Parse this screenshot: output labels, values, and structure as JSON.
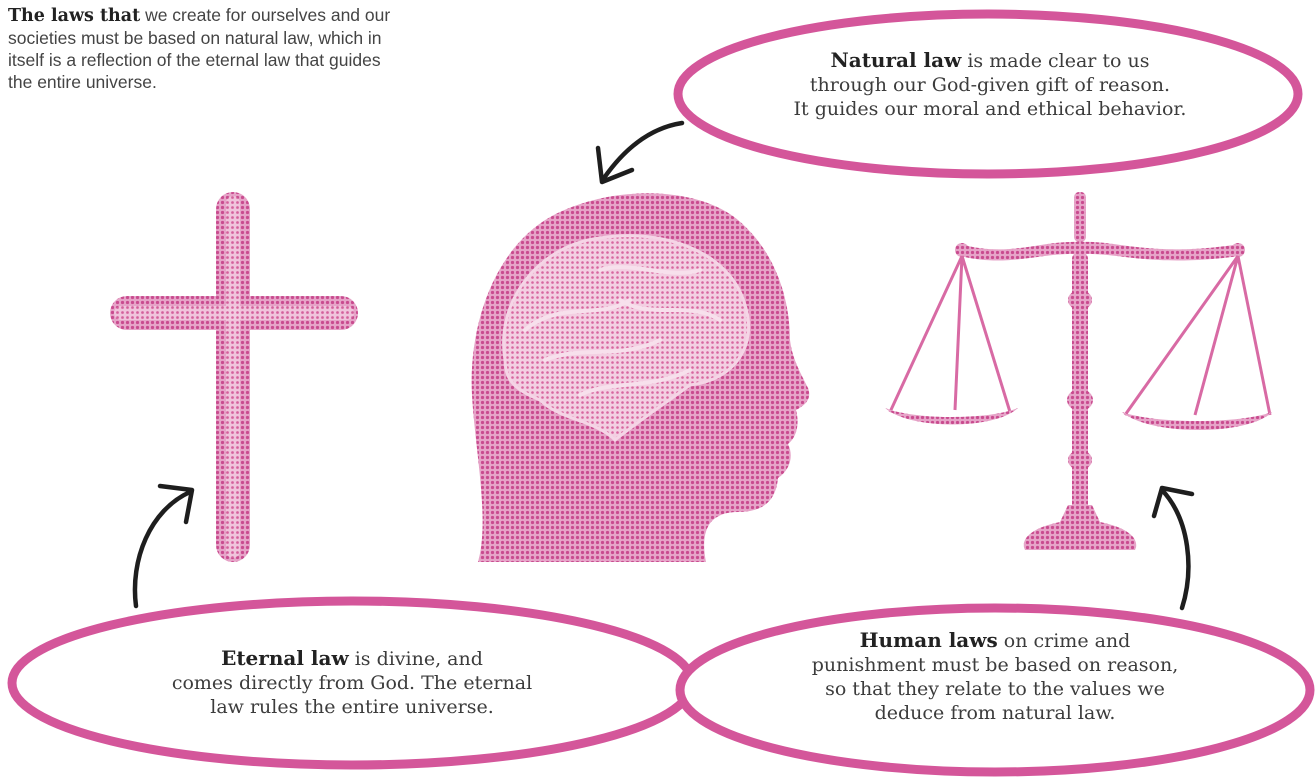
{
  "intro": {
    "bold": "The laws that",
    "lines": [
      " we create for ourselves and our",
      "societies must be based on natural law, which in",
      "itself is a reflection of the eternal law that guides",
      "the entire universe."
    ]
  },
  "natural": {
    "bold": "Natural law",
    "line1_rest": " is made clear to us",
    "line2": "through our God-given gift of reason.",
    "line3": "It guides our moral and ethical behavior."
  },
  "eternal": {
    "bold": "Eternal law",
    "line1_rest": " is divine, and",
    "line2": "comes directly from God. The eternal",
    "line3": "law rules the entire universe."
  },
  "human": {
    "bold": "Human laws",
    "line1_rest": " on crime and",
    "line2": "punishment must be based on reason,",
    "line3": "so that they relate to the values we",
    "line4": "deduce from natural law."
  },
  "icons": [
    "cross-icon",
    "head-brain-icon",
    "scales-of-justice-icon"
  ],
  "colors": {
    "accent": "#d4569a",
    "accent_light": "#e79ac3",
    "arrow": "#1e1e1e"
  }
}
